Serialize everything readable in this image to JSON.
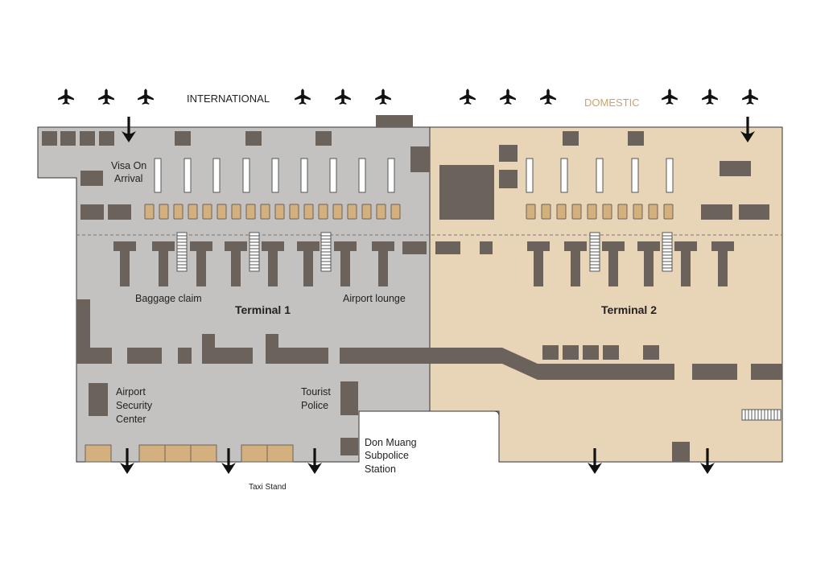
{
  "sections": {
    "international": "INTERNATIONAL",
    "domestic": "DOMESTIC"
  },
  "terminals": {
    "t1": "Terminal 1",
    "t2": "Terminal 2"
  },
  "labels": {
    "visa_line1": "Visa On",
    "visa_line2": "Arrival",
    "baggage_claim": "Baggage claim",
    "airport_lounge": "Airport lounge",
    "security_line1": "Airport",
    "security_line2": "Security",
    "security_line3": "Center",
    "tourist_line1": "Tourist",
    "tourist_line2": "Police",
    "subpolice_line1": "Don Muang",
    "subpolice_line2": "Subpolice",
    "subpolice_line3": "Station",
    "taxi_stand": "Taxi Stand"
  },
  "colors": {
    "terminal1_fill": "#c4c2c0",
    "terminal2_fill": "#e8d5b8",
    "block": "#6b625c",
    "counter": "#d4b07e",
    "domestic_text": "#c9a46a",
    "outline": "#333333"
  },
  "icons": {
    "airplane": "airplane-icon",
    "arrow": "arrow-down-icon"
  }
}
